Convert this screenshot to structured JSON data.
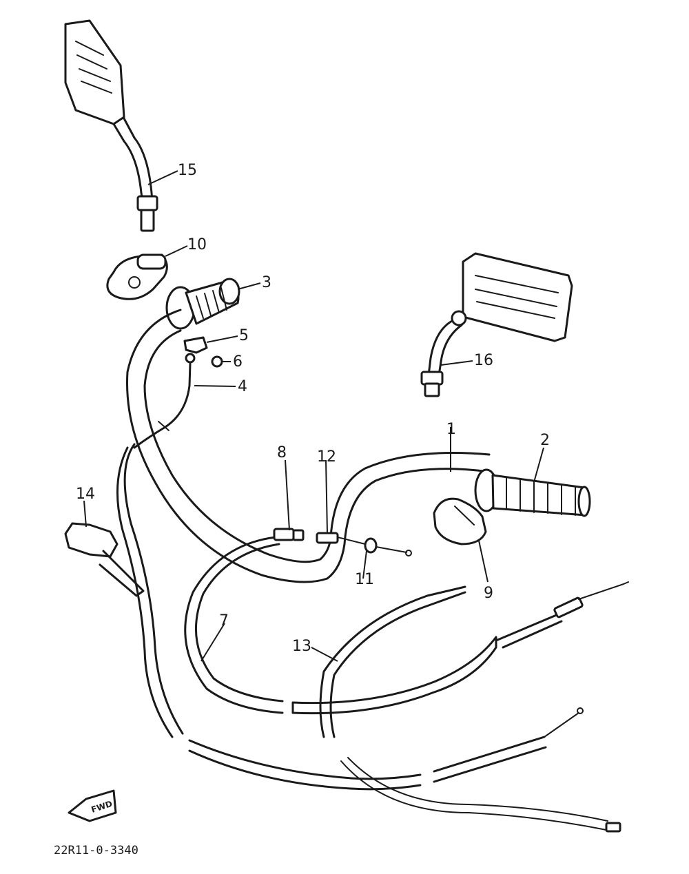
{
  "callouts": {
    "c1": "1",
    "c2": "2",
    "c3": "3",
    "c4": "4",
    "c5": "5",
    "c6": "6",
    "c7": "7",
    "c8": "8",
    "c9": "9",
    "c10": "10",
    "c11": "11",
    "c12": "12",
    "c13": "13",
    "c14": "14",
    "c15": "15",
    "c16": "16"
  },
  "fwd_label": "FWD",
  "drawing_number": "22R11-0-3340",
  "line_color": "#1a1a1a"
}
